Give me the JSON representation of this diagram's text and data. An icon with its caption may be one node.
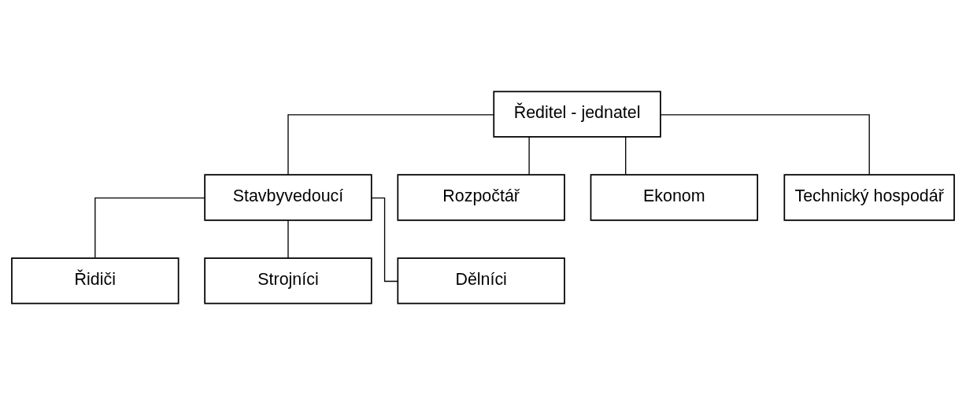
{
  "diagram": {
    "nodes": [
      {
        "text": [
          "Ředitel - jednatel"
        ]
      },
      {
        "text": [
          "Stavbyvedoucí"
        ]
      },
      {
        "text": [
          "Rozpočtář"
        ]
      },
      {
        "text": [
          "Ekonom"
        ]
      },
      {
        "text": [
          "Technický hospodář"
        ]
      },
      {
        "text": [
          "Řidiči"
        ]
      },
      {
        "text": [
          "Strojníci"
        ]
      },
      {
        "text": [
          "Dělníci"
        ]
      }
    ],
    "edges": [
      {
        "from": 0,
        "to": 1,
        "arrow": "none"
      },
      {
        "from": 0,
        "to": 2,
        "arrow": "none"
      },
      {
        "from": 0,
        "to": 3,
        "arrow": "none"
      },
      {
        "from": 0,
        "to": 4,
        "arrow": "none"
      },
      {
        "from": 1,
        "to": 5,
        "arrow": "none"
      },
      {
        "from": 1,
        "to": 6,
        "arrow": "none"
      },
      {
        "from": 1,
        "to": 7,
        "arrow": "none"
      }
    ]
  }
}
